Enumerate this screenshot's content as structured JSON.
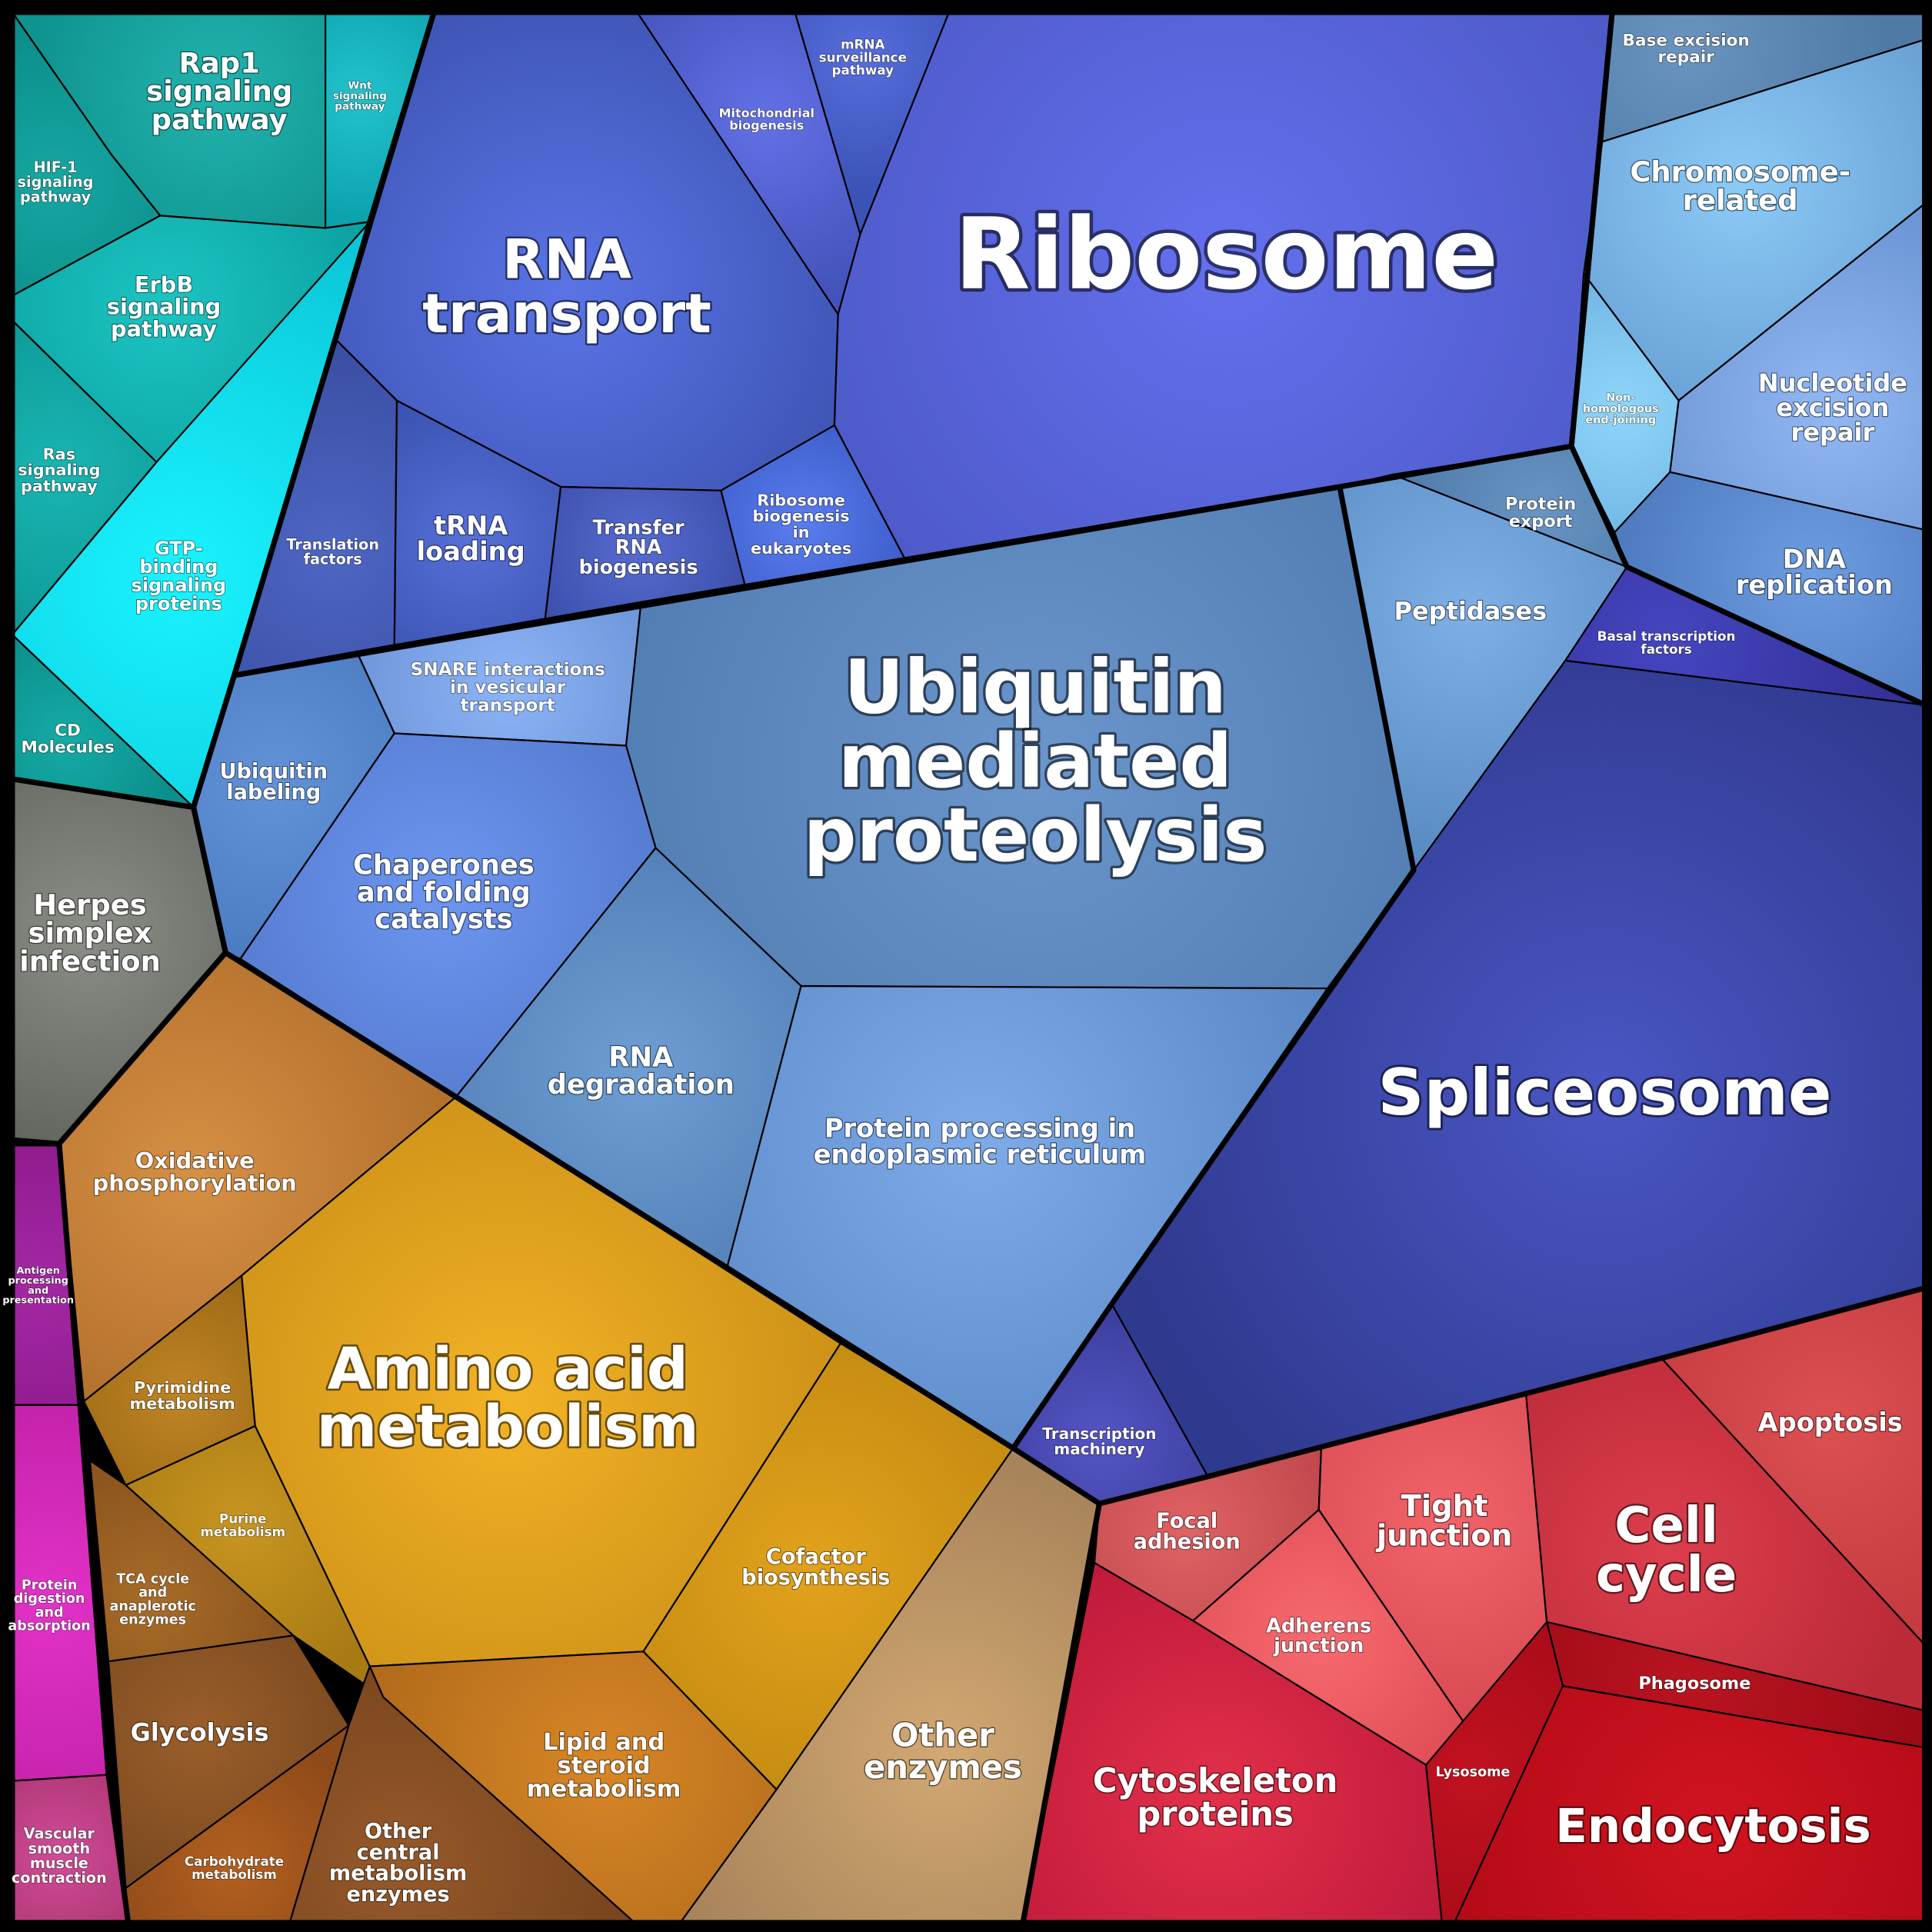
{
  "diagram": {
    "type": "voronoi-treemap",
    "groups": [
      {
        "name": "signaling",
        "color": "#00b3b8",
        "cells": [
          {
            "id": "rap1",
            "label": [
              "Rap1",
              "signaling",
              "pathway"
            ]
          },
          {
            "id": "wnt",
            "label": [
              "Wnt",
              "signaling",
              "pathway"
            ]
          },
          {
            "id": "hif1",
            "label": [
              "HIF-1",
              "signaling",
              "pathway"
            ]
          },
          {
            "id": "erbb",
            "label": [
              "ErbB",
              "signaling",
              "pathway"
            ]
          },
          {
            "id": "ras",
            "label": [
              "Ras",
              "signaling",
              "pathway"
            ]
          },
          {
            "id": "gtp",
            "label": [
              "GTP-",
              "binding",
              "signaling",
              "proteins"
            ]
          },
          {
            "id": "cd",
            "label": [
              "CD",
              "Molecules"
            ]
          }
        ]
      },
      {
        "name": "genetic-information",
        "color": "#4a5cd0",
        "cells": [
          {
            "id": "rna_transport",
            "label": [
              "RNA",
              "transport"
            ]
          },
          {
            "id": "mito",
            "label": [
              "Mitochondrial",
              "biogenesis"
            ]
          },
          {
            "id": "mrna_surv",
            "label": [
              "mRNA",
              "surveillance",
              "pathway"
            ]
          },
          {
            "id": "ribosome",
            "label": [
              "Ribosome"
            ]
          },
          {
            "id": "transl",
            "label": [
              "Translation",
              "factors"
            ]
          },
          {
            "id": "trna_load",
            "label": [
              "tRNA",
              "loading"
            ]
          },
          {
            "id": "trna_bio",
            "label": [
              "Transfer",
              "RNA",
              "biogenesis"
            ]
          },
          {
            "id": "ribo_bio",
            "label": [
              "Ribosome",
              "biogenesis",
              "in",
              "eukaryotes"
            ]
          },
          {
            "id": "spliceosome",
            "label": [
              "Spliceosome"
            ]
          },
          {
            "id": "basal_tf",
            "label": [
              "Basal transcription",
              "factors"
            ]
          },
          {
            "id": "tx_mach",
            "label": [
              "Transcription",
              "machinery"
            ]
          }
        ]
      },
      {
        "name": "folding-sorting-degradation",
        "color": "#5a86c6",
        "cells": [
          {
            "id": "snare",
            "label": [
              "SNARE interactions",
              "in vesicular",
              "transport"
            ]
          },
          {
            "id": "ubiq_med",
            "label": [
              "Ubiquitin",
              "mediated",
              "proteolysis"
            ]
          },
          {
            "id": "ubiq_lab",
            "label": [
              "Ubiquitin",
              "labeling"
            ]
          },
          {
            "id": "chap",
            "label": [
              "Chaperones",
              "and folding",
              "catalysts"
            ]
          },
          {
            "id": "peptidases",
            "label": [
              "Peptidases"
            ]
          },
          {
            "id": "prot_export",
            "label": [
              "Protein",
              "export"
            ]
          },
          {
            "id": "rna_deg",
            "label": [
              "RNA",
              "degradation"
            ]
          },
          {
            "id": "er",
            "label": [
              "Protein processing in",
              "endoplasmic reticulum"
            ]
          }
        ]
      },
      {
        "name": "replication-repair",
        "color": "#6aa6da",
        "cells": [
          {
            "id": "ber",
            "label": [
              "Base excision",
              "repair"
            ]
          },
          {
            "id": "chrom",
            "label": [
              "Chromosome-",
              "related"
            ]
          },
          {
            "id": "nhej",
            "label": [
              "Non-",
              "homologous",
              "end-joining"
            ]
          },
          {
            "id": "ner",
            "label": [
              "Nucleotide",
              "excision",
              "repair"
            ]
          },
          {
            "id": "dna_rep",
            "label": [
              "DNA",
              "replication"
            ]
          }
        ]
      },
      {
        "name": "herpes",
        "color": "#6a6d66",
        "cells": [
          {
            "id": "herpes",
            "label": [
              "Herpes",
              "simplex",
              "infection"
            ]
          }
        ]
      },
      {
        "name": "metabolism",
        "color": "#d18a1a",
        "cells": [
          {
            "id": "oxphos",
            "label": [
              "Oxidative",
              "phosphorylation"
            ]
          },
          {
            "id": "aa",
            "label": [
              "Amino acid",
              "metabolism"
            ]
          },
          {
            "id": "pyr",
            "label": [
              "Pyrimidine",
              "metabolism"
            ]
          },
          {
            "id": "pur",
            "label": [
              "Purine",
              "metabolism"
            ]
          },
          {
            "id": "tca",
            "label": [
              "TCA cycle",
              "and",
              "anaplerotic",
              "enzymes"
            ]
          },
          {
            "id": "cofactor",
            "label": [
              "Cofactor",
              "biosynthesis"
            ]
          },
          {
            "id": "glyco",
            "label": [
              "Glycolysis"
            ]
          },
          {
            "id": "carb",
            "label": [
              "Carbohydrate",
              "metabolism"
            ]
          },
          {
            "id": "ocme",
            "label": [
              "Other",
              "central",
              "metabolism",
              "enzymes"
            ]
          },
          {
            "id": "lipid",
            "label": [
              "Lipid and",
              "steroid",
              "metabolism"
            ]
          },
          {
            "id": "oth_enz",
            "label": [
              "Other",
              "enzymes"
            ]
          }
        ]
      },
      {
        "name": "organismal",
        "color": "#b81fa0",
        "cells": [
          {
            "id": "antigen",
            "label": [
              "Antigen",
              "processing",
              "and",
              "presentation"
            ]
          },
          {
            "id": "prot_dig",
            "label": [
              "Protein",
              "digestion",
              "and",
              "absorption"
            ]
          },
          {
            "id": "vasc",
            "label": [
              "Vascular",
              "smooth",
              "muscle",
              "contraction"
            ]
          }
        ]
      },
      {
        "name": "cellular-processes",
        "color": "#c7243a",
        "cells": [
          {
            "id": "focal",
            "label": [
              "Focal",
              "adhesion"
            ]
          },
          {
            "id": "tight",
            "label": [
              "Tight",
              "junction"
            ]
          },
          {
            "id": "apop",
            "label": [
              "Apoptosis"
            ]
          },
          {
            "id": "adherens",
            "label": [
              "Adherens",
              "junction"
            ]
          },
          {
            "id": "cellcycle",
            "label": [
              "Cell",
              "cycle"
            ]
          },
          {
            "id": "phago",
            "label": [
              "Phagosome"
            ]
          },
          {
            "id": "cytosk",
            "label": [
              "Cytoskeleton",
              "proteins"
            ]
          },
          {
            "id": "lyso",
            "label": [
              "Lysosome"
            ]
          },
          {
            "id": "endo",
            "label": [
              "Endocytosis"
            ]
          }
        ]
      }
    ]
  }
}
